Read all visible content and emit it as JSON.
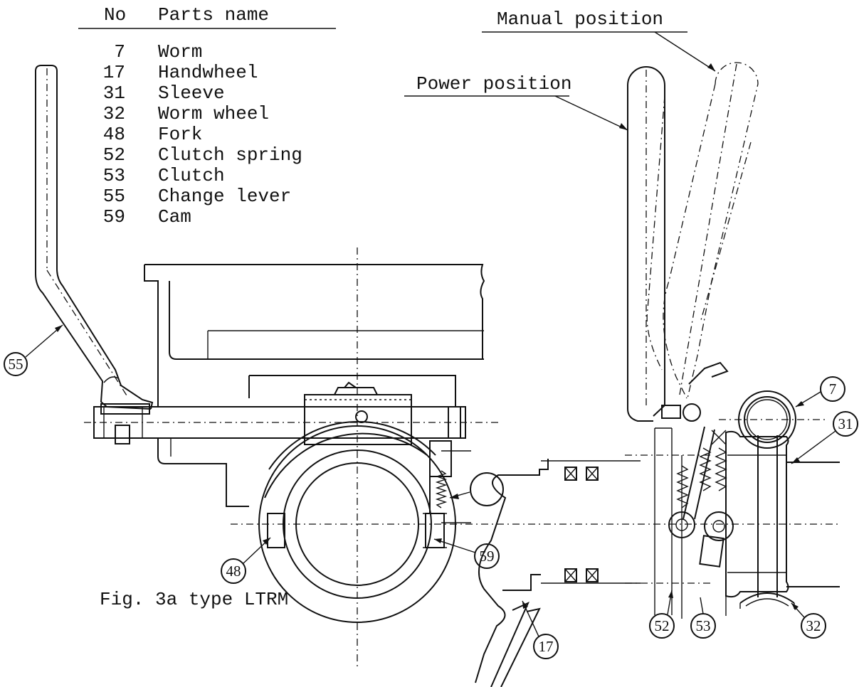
{
  "parts_table": {
    "header_no": "No",
    "header_name": "Parts name",
    "rows": [
      {
        "no": "7",
        "name": "Worm"
      },
      {
        "no": "17",
        "name": "Handwheel"
      },
      {
        "no": "31",
        "name": "Sleeve"
      },
      {
        "no": "32",
        "name": "Worm wheel"
      },
      {
        "no": "48",
        "name": "Fork"
      },
      {
        "no": "52",
        "name": "Clutch spring"
      },
      {
        "no": "53",
        "name": "Clutch"
      },
      {
        "no": "55",
        "name": "Change lever"
      },
      {
        "no": "59",
        "name": "Cam"
      }
    ]
  },
  "labels": {
    "manual_position": "Manual position",
    "power_position": "Power position",
    "caption": "Fig. 3a type LTRM"
  },
  "callouts": {
    "c7": "7",
    "c17": "17",
    "c31": "31",
    "c32": "32",
    "c48": "48",
    "c52": "52",
    "c53": "53",
    "c55": "55",
    "c59": "59"
  }
}
